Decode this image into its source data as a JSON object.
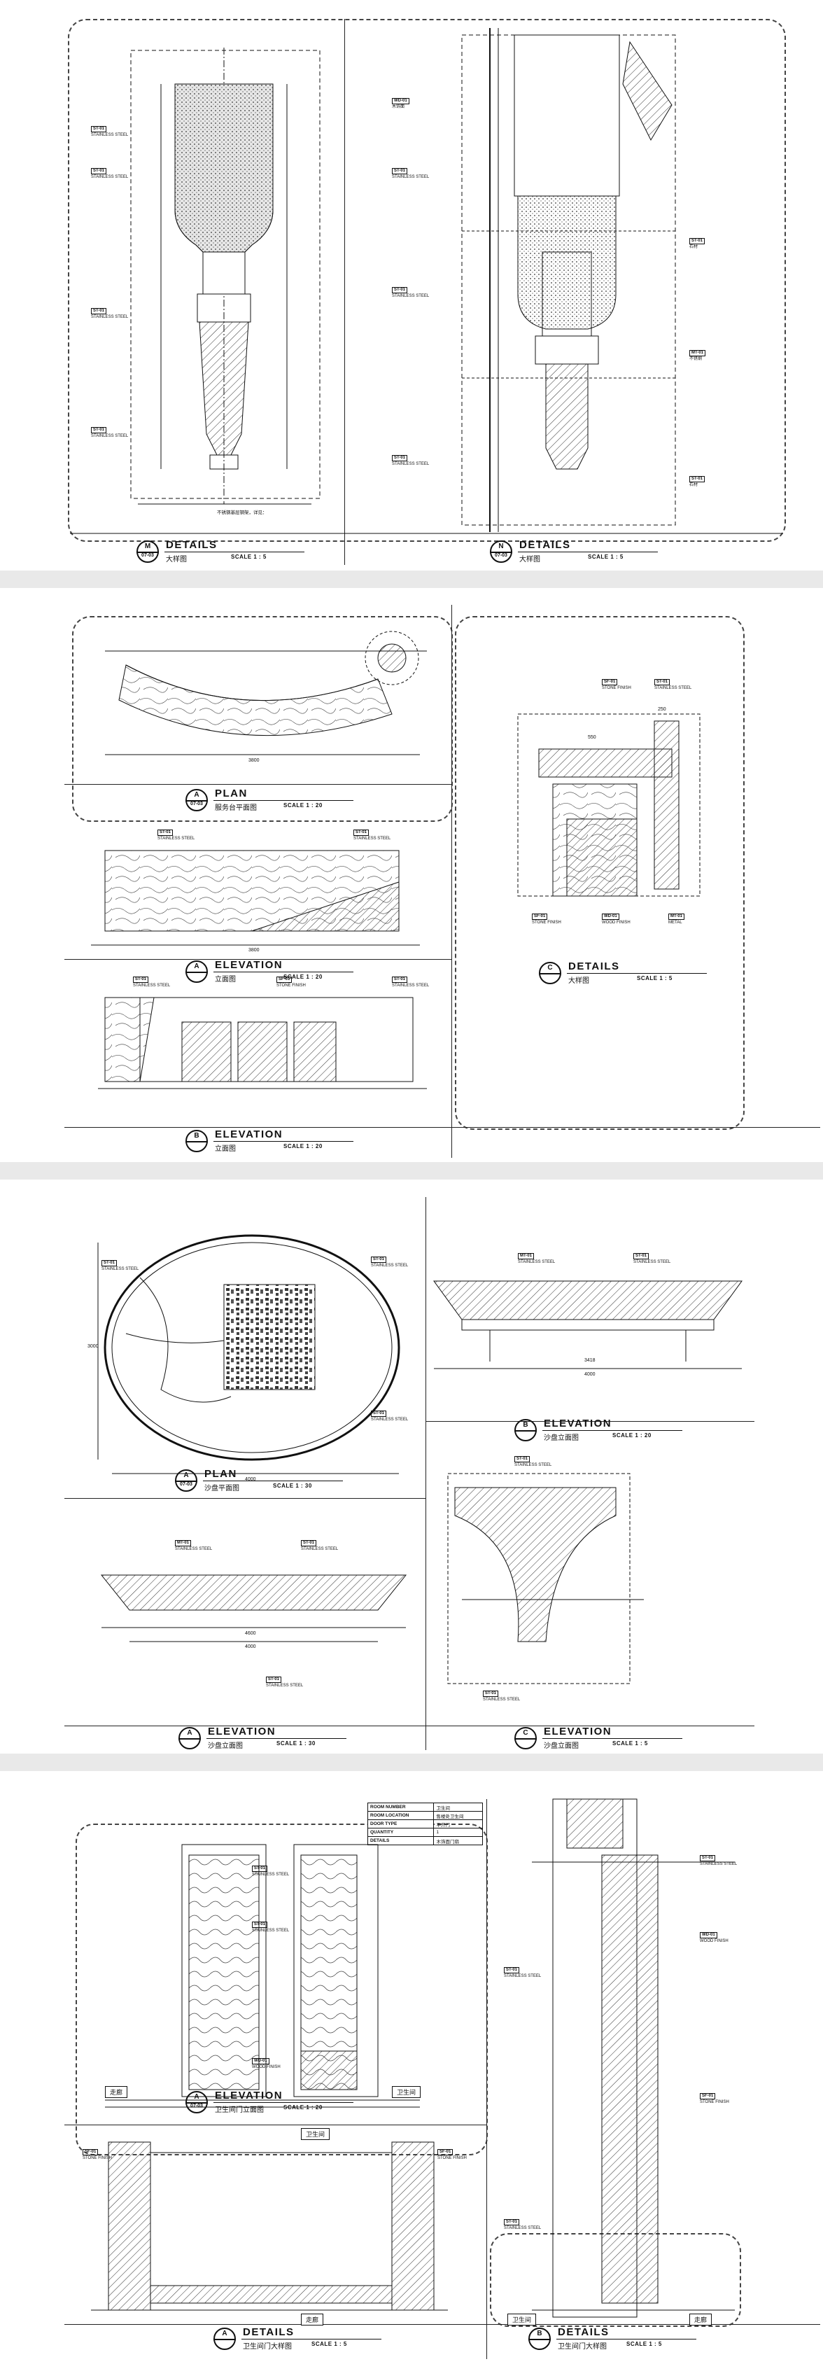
{
  "sheets": [
    {
      "views": [
        {
          "code": "M",
          "ref": "07-03",
          "title": "DETAILS",
          "subtitle": "大样图",
          "scale": "SCALE 1 : 5"
        },
        {
          "code": "N",
          "ref": "07-03",
          "title": "DETAILS",
          "subtitle": "大样图",
          "scale": "SCALE 1 : 5"
        }
      ],
      "notes": {
        "left_base": "不锈钢基层钢架，详见：",
        "right_tag1": "木饰面",
        "right_tag2": "石材",
        "right_stone": "石材",
        "right_steel": "不锈钢",
        "right_bottom": "石材"
      }
    },
    {
      "views": [
        {
          "code": "A",
          "ref": "07-03",
          "title": "PLAN",
          "subtitle": "服务台平面图",
          "scale": "SCALE 1 : 20"
        },
        {
          "code": "A",
          "ref": "",
          "title": "ELEVATION",
          "subtitle": "立面图",
          "scale": "SCALE 1 : 20"
        },
        {
          "code": "C",
          "ref": "",
          "title": "DETAILS",
          "subtitle": "大样图",
          "scale": "SCALE 1 : 5"
        },
        {
          "code": "B",
          "ref": "",
          "title": "ELEVATION",
          "subtitle": "立面图",
          "scale": "SCALE 1 : 20"
        }
      ],
      "dims": {
        "plan_width": "3800",
        "elev_width": "3800",
        "detail_a": "550",
        "detail_b": "250"
      }
    },
    {
      "views": [
        {
          "code": "A",
          "ref": "07-03",
          "title": "PLAN",
          "subtitle": "沙盘平面图",
          "scale": "SCALE 1 : 30"
        },
        {
          "code": "B",
          "ref": "",
          "title": "ELEVATION",
          "subtitle": "沙盘立面图",
          "scale": "SCALE 1 : 20"
        },
        {
          "code": "A",
          "ref": "",
          "title": "ELEVATION",
          "subtitle": "沙盘立面图",
          "scale": "SCALE 1 : 30"
        },
        {
          "code": "C",
          "ref": "",
          "title": "ELEVATION",
          "subtitle": "沙盘立面图",
          "scale": "SCALE 1 : 5"
        }
      ],
      "dims": {
        "plan_w": "4000",
        "plan_h": "3000",
        "elev_w": "4000",
        "elev_b": "3418",
        "elev_a1": "4600",
        "elev_a2": "4000"
      }
    },
    {
      "views": [
        {
          "code": "A",
          "ref": "07-03",
          "title": "ELEVATION",
          "subtitle": "卫生间门立面图",
          "scale": "SCALE 1 : 20"
        },
        {
          "code": "A",
          "ref": "",
          "title": "DETAILS",
          "subtitle": "卫生间门大样图",
          "scale": "SCALE 1 : 5"
        },
        {
          "code": "B",
          "ref": "",
          "title": "DETAILS",
          "subtitle": "卫生间门大样图",
          "scale": "SCALE 1 : 5"
        }
      ],
      "spec_table": [
        {
          "k": "ROOM NUMBER",
          "v": "卫生间"
        },
        {
          "k": "ROOM LOCATION",
          "v": "售楼处卫生间"
        },
        {
          "k": "DOOR TYPE",
          "v": "平开门"
        },
        {
          "k": "QUANTITY",
          "v": "1"
        },
        {
          "k": "DETAILS",
          "v": "木饰面门扇"
        }
      ],
      "room_tags": {
        "left": "走廊",
        "right": "卫生间",
        "top": "卫生间",
        "mid": "走廊",
        "bottom_left": "卫生间",
        "bottom_right": "走廊"
      }
    }
  ],
  "tags": {
    "stainless": "STAINLESS STEEL",
    "stone": "STONE FINISH",
    "wood": "WOOD FINISH",
    "metal": "METAL"
  }
}
